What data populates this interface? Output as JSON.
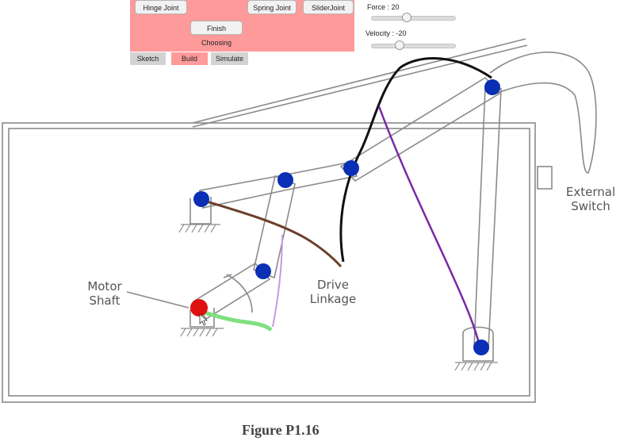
{
  "toolbar": {
    "hinge_label": "Hinge Joint",
    "spring_label": "Spring Joint",
    "slider_label": "SliderJoint",
    "finish_label": "Finish Choosing"
  },
  "tabs": [
    {
      "label": "Sketch",
      "active": false
    },
    {
      "label": "Build",
      "active": true
    },
    {
      "label": "Simulate",
      "active": false
    }
  ],
  "controls": {
    "force_label": "Force : 20",
    "velocity_label": "Velocity : -20",
    "force_level": 0.42,
    "velocity_level": 0.32
  },
  "figure": {
    "motor_label_line1": "Motor",
    "motor_label_line2": "Shaft",
    "drive_label_line1": "Drive",
    "drive_label_line2": "Linkage",
    "switch_label_line1": "External",
    "switch_label_line2": "Switch",
    "caption": "Figure P1.16"
  },
  "colors": {
    "panel": "#ff9a9a",
    "build_tab": "#ff9a9a",
    "inactive_tab": "#d3d3d3",
    "joint": "#0a2fb5",
    "motor_joint": "#e01010",
    "stroke_black": "#111111",
    "stroke_brown": "#6b3f2a",
    "stroke_purple": "#7a2aa8",
    "stroke_lavender": "#c49be0",
    "stroke_green": "#7ee07e"
  }
}
